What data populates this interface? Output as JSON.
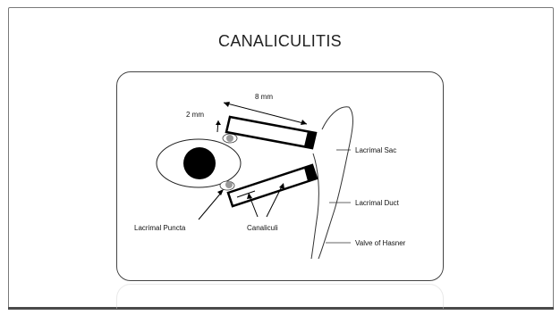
{
  "slide": {
    "title": "CANALICULITIS"
  },
  "diagram": {
    "labels": {
      "length_8mm": "8 mm",
      "length_2mm": "2 mm",
      "lacrimal_sac": "Lacrimal Sac",
      "lacrimal_duct": "Lacrimal Duct",
      "valve_of_hasner": "Valve of Hasner",
      "lacrimal_puncta": "Lacrimal Puncta",
      "canaliculi": "Canaliculi"
    }
  }
}
